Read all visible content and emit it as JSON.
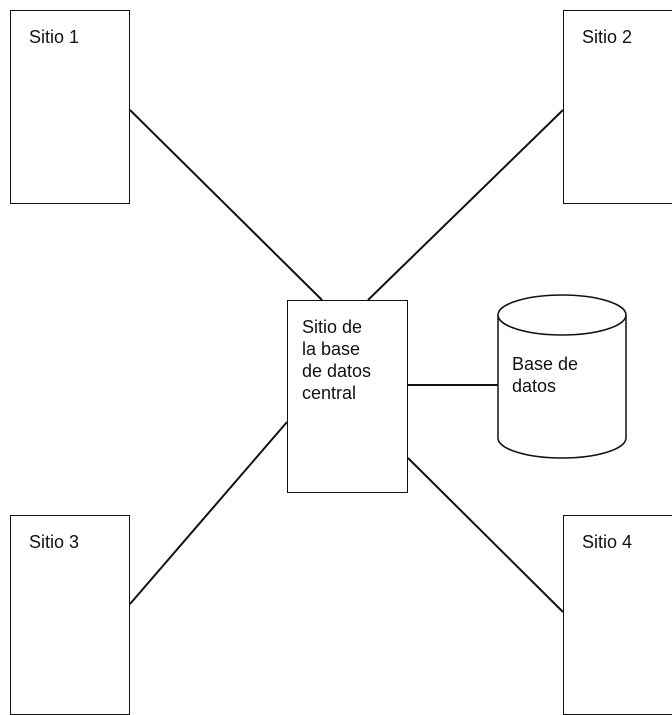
{
  "diagram": {
    "sites": {
      "site1": "Sitio 1",
      "site2": "Sitio 2",
      "site3": "Sitio 3",
      "site4": "Sitio 4"
    },
    "central": {
      "line1": "Sitio de",
      "line2": "la base",
      "line3": "de datos",
      "line4": "central"
    },
    "database": {
      "line1": "Base de",
      "line2": "datos"
    }
  },
  "colors": {
    "stroke": "#111111",
    "background": "#ffffff"
  }
}
